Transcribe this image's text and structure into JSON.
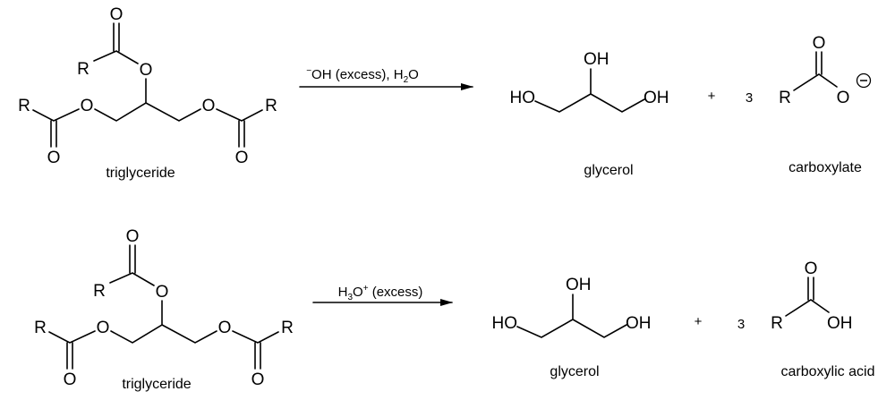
{
  "atoms": {
    "O": "O",
    "R": "R",
    "HO": "HO",
    "OH": "OH"
  },
  "reaction1": {
    "reagent": {
      "charge": "−",
      "text1": "OH (excess), H",
      "sub": "2",
      "text2": "O"
    },
    "reactant_label": "triglyceride",
    "product1_label": "glycerol",
    "plus": "+",
    "coefficient": "3",
    "product2_label": "carboxylate",
    "product2_charge": "−"
  },
  "reaction2": {
    "reagent": {
      "text1": "H",
      "sub": "3",
      "text2": "O",
      "sup": "+",
      "text3": " (excess)"
    },
    "reactant_label": "triglyceride",
    "product1_label": "glycerol",
    "plus": "+",
    "coefficient": "3",
    "product2_label": "carboxylic acid"
  }
}
